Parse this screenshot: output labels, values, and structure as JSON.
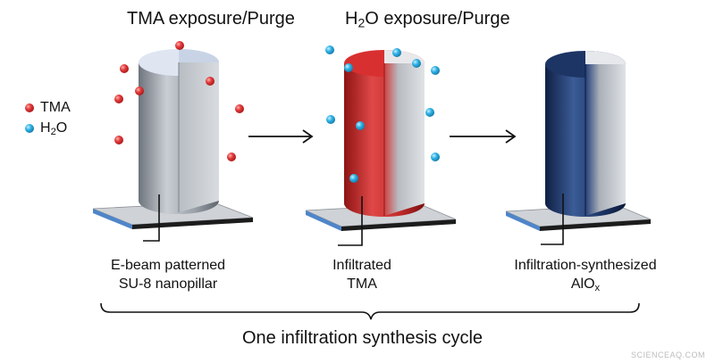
{
  "titles": {
    "step1": "TMA exposure/Purge",
    "step2_prefix": "H",
    "step2_sub": "2",
    "step2_suffix": "O exposure/Purge"
  },
  "legend": {
    "tma_label": "TMA",
    "h2o_prefix": "H",
    "h2o_sub": "2",
    "h2o_suffix": "O",
    "tma_color": "#e23a3a",
    "h2o_color": "#2fb3e6"
  },
  "captions": {
    "pillar1_line1": "E-beam patterned",
    "pillar1_line2": "SU-8 nanopillar",
    "pillar2_line1": "Infiltrated",
    "pillar2_line2": "TMA",
    "pillar3_line1": "Infiltration-synthesized",
    "pillar3_line2_prefix": "AlO",
    "pillar3_line2_sub": "x"
  },
  "cycle_label": "One infiltration synthesis cycle",
  "watermark": "SCIENCEAQ.COM",
  "colors": {
    "su8_gray": "#9aa0a8",
    "tma_red": "#c82828",
    "alox_navy": "#1d3565",
    "substrate_top": "#cfd2d6",
    "substrate_edge": "#4f86c9"
  }
}
